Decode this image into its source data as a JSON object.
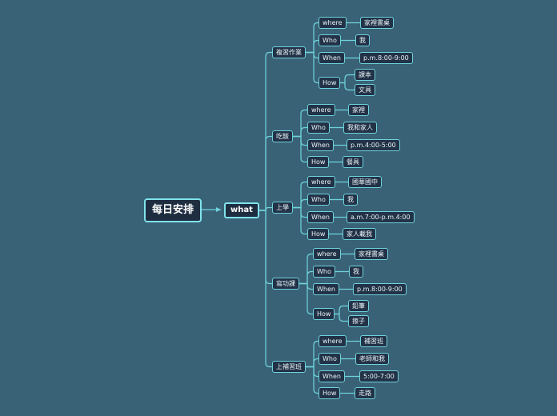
{
  "root": "每日安排",
  "main": "what",
  "categories": [
    {
      "label": "複習作業",
      "items": [
        {
          "key": "where",
          "values": [
            "家裡書桌"
          ]
        },
        {
          "key": "Who",
          "values": [
            "我"
          ]
        },
        {
          "key": "When",
          "values": [
            "p.m.8:00-9:00"
          ]
        },
        {
          "key": "How",
          "values": [
            "課本",
            "文具"
          ]
        }
      ]
    },
    {
      "label": "吃飯",
      "items": [
        {
          "key": "where",
          "values": [
            "家裡"
          ]
        },
        {
          "key": "Who",
          "values": [
            "我和家人"
          ]
        },
        {
          "key": "When",
          "values": [
            "p.m.4:00-5:00"
          ]
        },
        {
          "key": "How",
          "values": [
            "餐具"
          ]
        }
      ]
    },
    {
      "label": "上學",
      "items": [
        {
          "key": "where",
          "values": [
            "國華國中"
          ]
        },
        {
          "key": "Who",
          "values": [
            "我"
          ]
        },
        {
          "key": "When",
          "values": [
            "a.m.7:00-p.m.4:00"
          ]
        },
        {
          "key": "How",
          "values": [
            "家人載我"
          ]
        }
      ]
    },
    {
      "label": "寫功課",
      "items": [
        {
          "key": "where",
          "values": [
            "家裡書桌"
          ]
        },
        {
          "key": "Who",
          "values": [
            "我"
          ]
        },
        {
          "key": "When",
          "values": [
            "p.m.8:00-9:00"
          ]
        },
        {
          "key": "How",
          "values": [
            "鉛筆",
            "擦子"
          ]
        }
      ]
    },
    {
      "label": "上補習班",
      "items": [
        {
          "key": "where",
          "values": [
            "補習班"
          ]
        },
        {
          "key": "Who",
          "values": [
            "老師和我"
          ]
        },
        {
          "key": "When",
          "values": [
            "5:00-7:00"
          ]
        },
        {
          "key": "How",
          "values": [
            "走路"
          ]
        }
      ]
    }
  ]
}
